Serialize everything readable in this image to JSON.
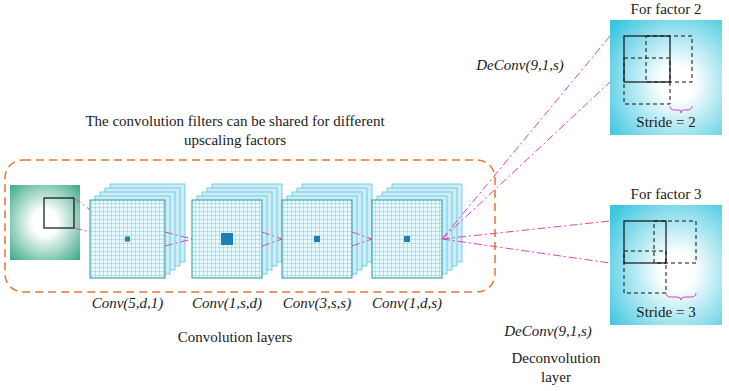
{
  "diagram": {
    "nodes": [
      {
        "text": [
          "The convolution filters can be shared for different upscaling factors",
          "Convolution layers"
        ]
      },
      {
        "text": [
          "Conv(5,d,1)"
        ],
        "in": 0
      },
      {
        "text": [
          "Conv(1,s,d)"
        ],
        "in": 0
      },
      {
        "text": [
          "Conv(3,s,s)"
        ],
        "in": 0
      },
      {
        "text": [
          "Conv(1,d,s)"
        ],
        "in": 0
      },
      {
        "text": [
          "For factor 2",
          "Stride = 2"
        ]
      },
      {
        "text": [
          "For factor 3",
          "Stride = 3"
        ]
      }
    ],
    "edges": [
      {
        "from": 1,
        "to": 2,
        "arrow": "none"
      },
      {
        "from": 2,
        "to": 3,
        "arrow": "none"
      },
      {
        "from": 3,
        "to": 4,
        "arrow": "none"
      },
      {
        "from": 4,
        "to": 5,
        "arrow": "none"
      },
      {
        "from": 4,
        "to": 6,
        "arrow": "none"
      }
    ],
    "labels": [
      "DeConv(9,1,s)",
      "DeConv(9,1,s)",
      "Deconvolution layer"
    ]
  }
}
